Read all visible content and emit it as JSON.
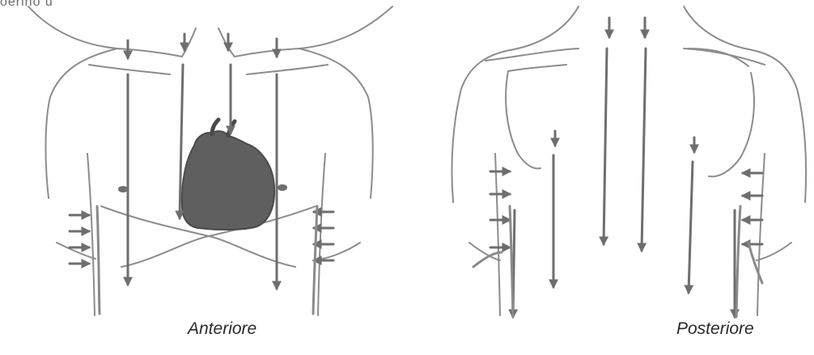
{
  "header": {
    "cropped_text": "oerino u"
  },
  "figures": [
    {
      "id": "anterior",
      "caption": "Anteriore"
    },
    {
      "id": "posterior",
      "caption": "Posteriore"
    }
  ],
  "colors": {
    "outline": "#8c8c8c",
    "arrow": "#6e6e6e",
    "heart": "#5f5f5f",
    "caption": "#2a2a2a"
  }
}
